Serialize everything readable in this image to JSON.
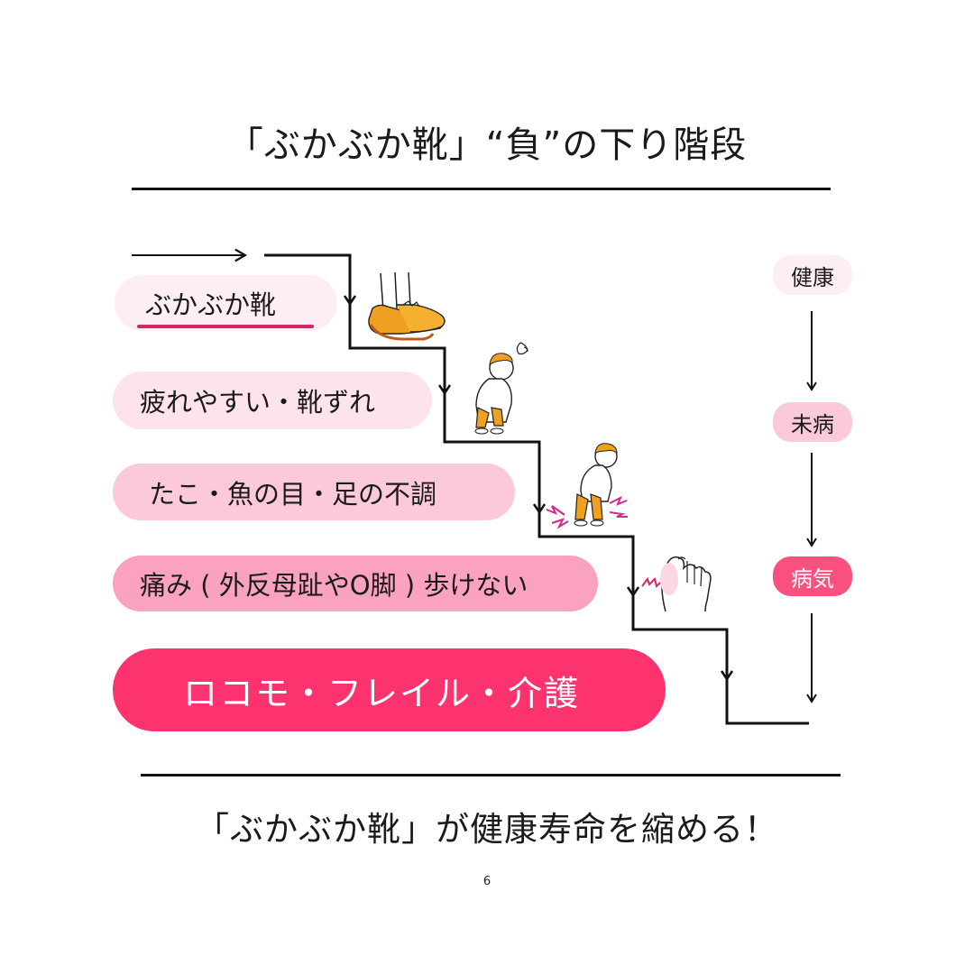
{
  "title": "「ぶかぶか靴」“負”の下り階段",
  "steps": [
    {
      "label": "ぶかぶか靴",
      "illustration": "loose-shoes"
    },
    {
      "label": "疲れやすい・靴ずれ",
      "illustration": "tired-person"
    },
    {
      "label": "たこ・魚の目・足の不調",
      "illustration": "knee-pain-person"
    },
    {
      "label": "痛み ( 外反母趾やO脚 ) 歩けない",
      "illustration": "bunion-foot"
    },
    {
      "label": "ロコモ・フレイル・介護"
    }
  ],
  "health_stages": [
    {
      "label": "健康"
    },
    {
      "label": "未病"
    },
    {
      "label": "病気"
    }
  ],
  "conclusion": "「ぶかぶか靴」が健康寿命を縮める！",
  "page_number": "6",
  "colors": {
    "accent": "#fd336f",
    "underline": "#d8266a",
    "pill_levels": [
      "#fdeef3",
      "#fde3ec",
      "#fcc9da",
      "#fba2bf",
      "#fd336f"
    ],
    "stage_levels": [
      "#fdeef2",
      "#fcc9d9",
      "#f8507f"
    ]
  }
}
